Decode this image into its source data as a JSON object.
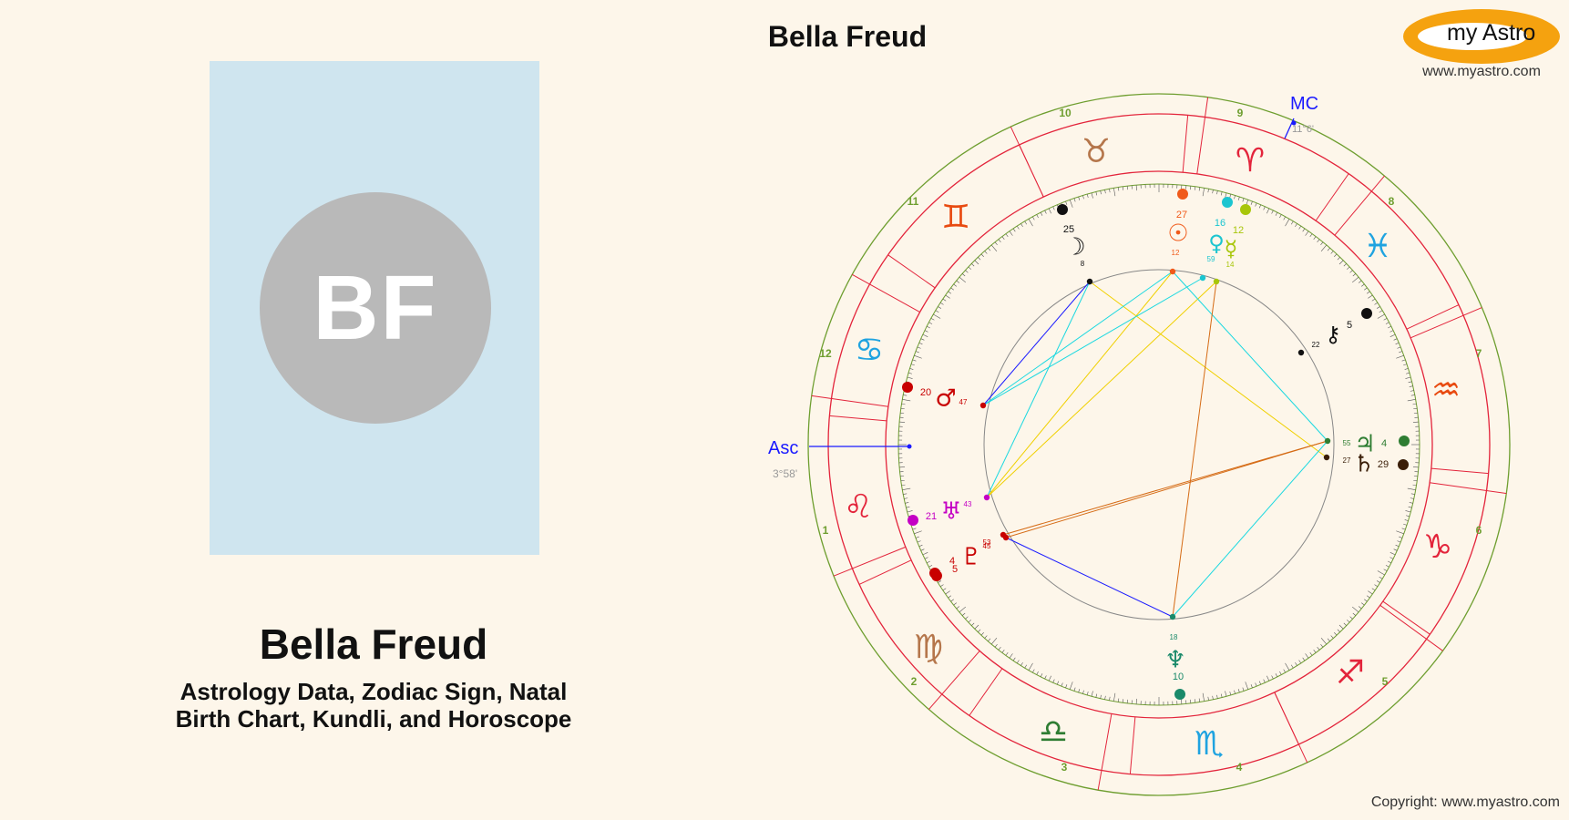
{
  "person": {
    "initials": "BF",
    "name": "Bella Freud",
    "subtitle_line1": "Astrology Data, Zodiac Sign, Natal",
    "subtitle_line2": "Birth Chart, Kundli, and Horoscope"
  },
  "chart": {
    "title": "Bella Freud",
    "mc_label": "MC",
    "mc_degree": "11°6'",
    "asc_label": "Asc",
    "asc_degree": "3°58'"
  },
  "brand": {
    "logo_text": "my Astro",
    "url": "www.myastro.com",
    "copyright": "Copyright: www.myastro.com"
  },
  "colors": {
    "background": "#fdf6ea",
    "photo_bg": "#cfe5ef",
    "avatar": "#b9b9b9",
    "logo": "#f5a20f",
    "house_lines": "#e3243b",
    "outer_ring": "#6e9e2f",
    "axis": "#1a1aff"
  },
  "house_numbers": [
    "1",
    "2",
    "3",
    "4",
    "5",
    "6",
    "7",
    "8",
    "9",
    "10",
    "11",
    "12"
  ],
  "signs": [
    {
      "name": "taurus-icon",
      "glyph": "♉",
      "color": "#b5764b"
    },
    {
      "name": "aries-icon",
      "glyph": "♈",
      "color": "#e3243b"
    },
    {
      "name": "pisces-icon",
      "glyph": "♓",
      "color": "#1fa3e0"
    },
    {
      "name": "aquarius-icon",
      "glyph": "♒",
      "color": "#e84a10"
    },
    {
      "name": "capricorn-icon",
      "glyph": "♑",
      "color": "#e3243b"
    },
    {
      "name": "sagittarius-icon",
      "glyph": "♐",
      "color": "#e3243b"
    },
    {
      "name": "scorpio-icon",
      "glyph": "♏",
      "color": "#1fa3e0"
    },
    {
      "name": "libra-icon",
      "glyph": "♎",
      "color": "#2e7d32"
    },
    {
      "name": "virgo-icon",
      "glyph": "♍",
      "color": "#b5764b"
    },
    {
      "name": "leo-icon",
      "glyph": "♌",
      "color": "#e3243b"
    },
    {
      "name": "cancer-icon",
      "glyph": "♋",
      "color": "#1fa3e0"
    },
    {
      "name": "gemini-icon",
      "glyph": "♊",
      "color": "#e84a10"
    }
  ],
  "planets": [
    {
      "name": "sun-icon",
      "glyph": "☉",
      "color": "#f05a1a",
      "deg": "27",
      "min": "12"
    },
    {
      "name": "moon-icon",
      "glyph": "☽",
      "color": "#111111",
      "deg": "25",
      "min": "8"
    },
    {
      "name": "venus-icon",
      "glyph": "♀",
      "color": "#1cc5d0",
      "deg": "16",
      "min": "59"
    },
    {
      "name": "mercury-icon",
      "glyph": "☿",
      "color": "#a8c60a",
      "deg": "12",
      "min": "14"
    },
    {
      "name": "chiron-icon",
      "glyph": "⚷",
      "color": "#111111",
      "deg": "5",
      "min": "22"
    },
    {
      "name": "jupiter-icon",
      "glyph": "♃",
      "color": "#2e7d32",
      "deg": "4",
      "min": "55"
    },
    {
      "name": "saturn-icon",
      "glyph": "♄",
      "color": "#3a1e08",
      "deg": "29",
      "min": "27"
    },
    {
      "name": "mars-icon",
      "glyph": "♂",
      "color": "#c80000",
      "deg": "20",
      "min": "47"
    },
    {
      "name": "uranus-icon",
      "glyph": "♅",
      "color": "#c400c4",
      "deg": "21",
      "min": "43"
    },
    {
      "name": "pluto-icon",
      "glyph": "♇",
      "color": "#c80000",
      "deg": "5",
      "min": "45"
    },
    {
      "name": "node-icon",
      "glyph": "",
      "color": "#c80000",
      "deg": "4",
      "min": "53"
    },
    {
      "name": "neptune-icon",
      "glyph": "♆",
      "color": "#1a8a6a",
      "deg": "10",
      "min": "18"
    }
  ]
}
